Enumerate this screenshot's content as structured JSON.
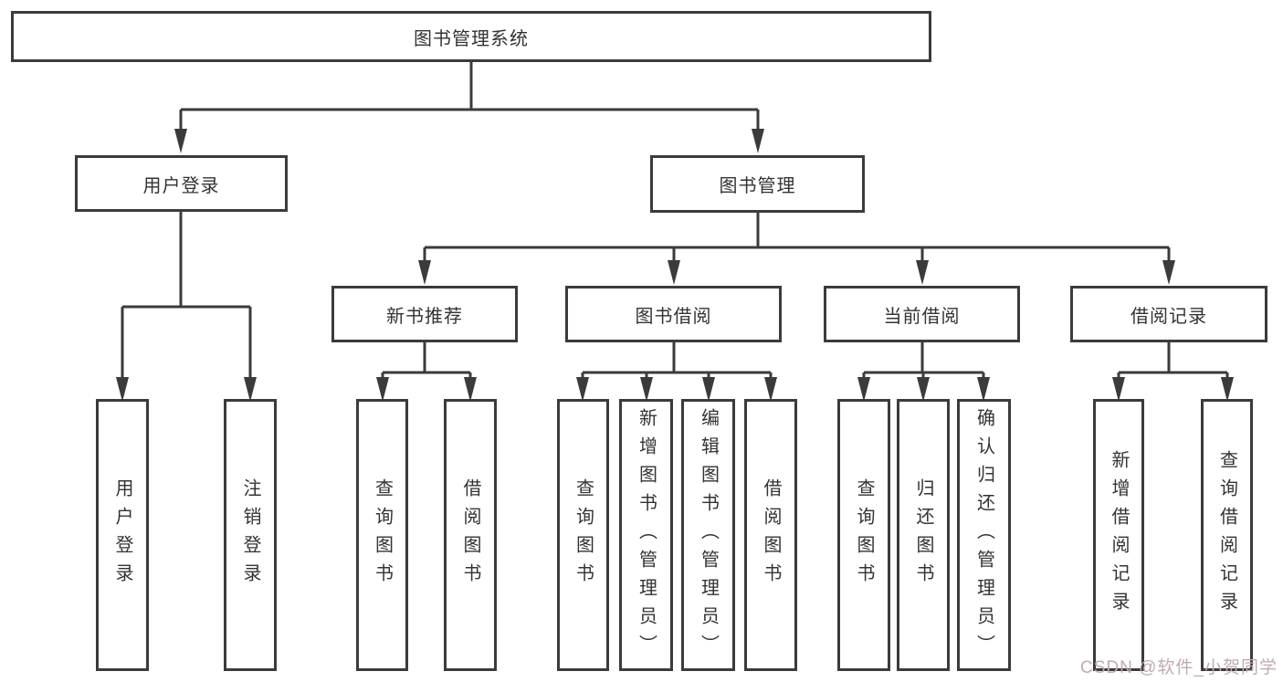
{
  "diagram": {
    "title": "图书管理系统",
    "root": {
      "label": "图书管理系统"
    },
    "branches": [
      {
        "label": "用户登录",
        "children": [
          {
            "label": "用户登录"
          },
          {
            "label": "注销登录"
          }
        ]
      },
      {
        "label": "图书管理",
        "groups": [
          {
            "label": "新书推荐",
            "children": [
              {
                "label": "查询图书"
              },
              {
                "label": "借阅图书"
              }
            ]
          },
          {
            "label": "图书借阅",
            "children": [
              {
                "label": "查询图书"
              },
              {
                "label": "新增图书（管理员）"
              },
              {
                "label": "编辑图书（管理员）"
              },
              {
                "label": "借阅图书"
              }
            ]
          },
          {
            "label": "当前借阅",
            "children": [
              {
                "label": "查询图书"
              },
              {
                "label": "归还图书"
              },
              {
                "label": "确认归还（管理员）"
              }
            ]
          },
          {
            "label": "借阅记录",
            "children": [
              {
                "label": "新增借阅记录"
              },
              {
                "label": "查询借阅记录"
              }
            ]
          }
        ]
      }
    ]
  },
  "watermark": {
    "text": "CSDN @软件_小贺同学",
    "color": "#bfabb0"
  },
  "colors": {
    "background": "#ffffff",
    "box_border": "#3b3b3b",
    "connector_line": "#3b3b3b",
    "text": "#333333"
  }
}
